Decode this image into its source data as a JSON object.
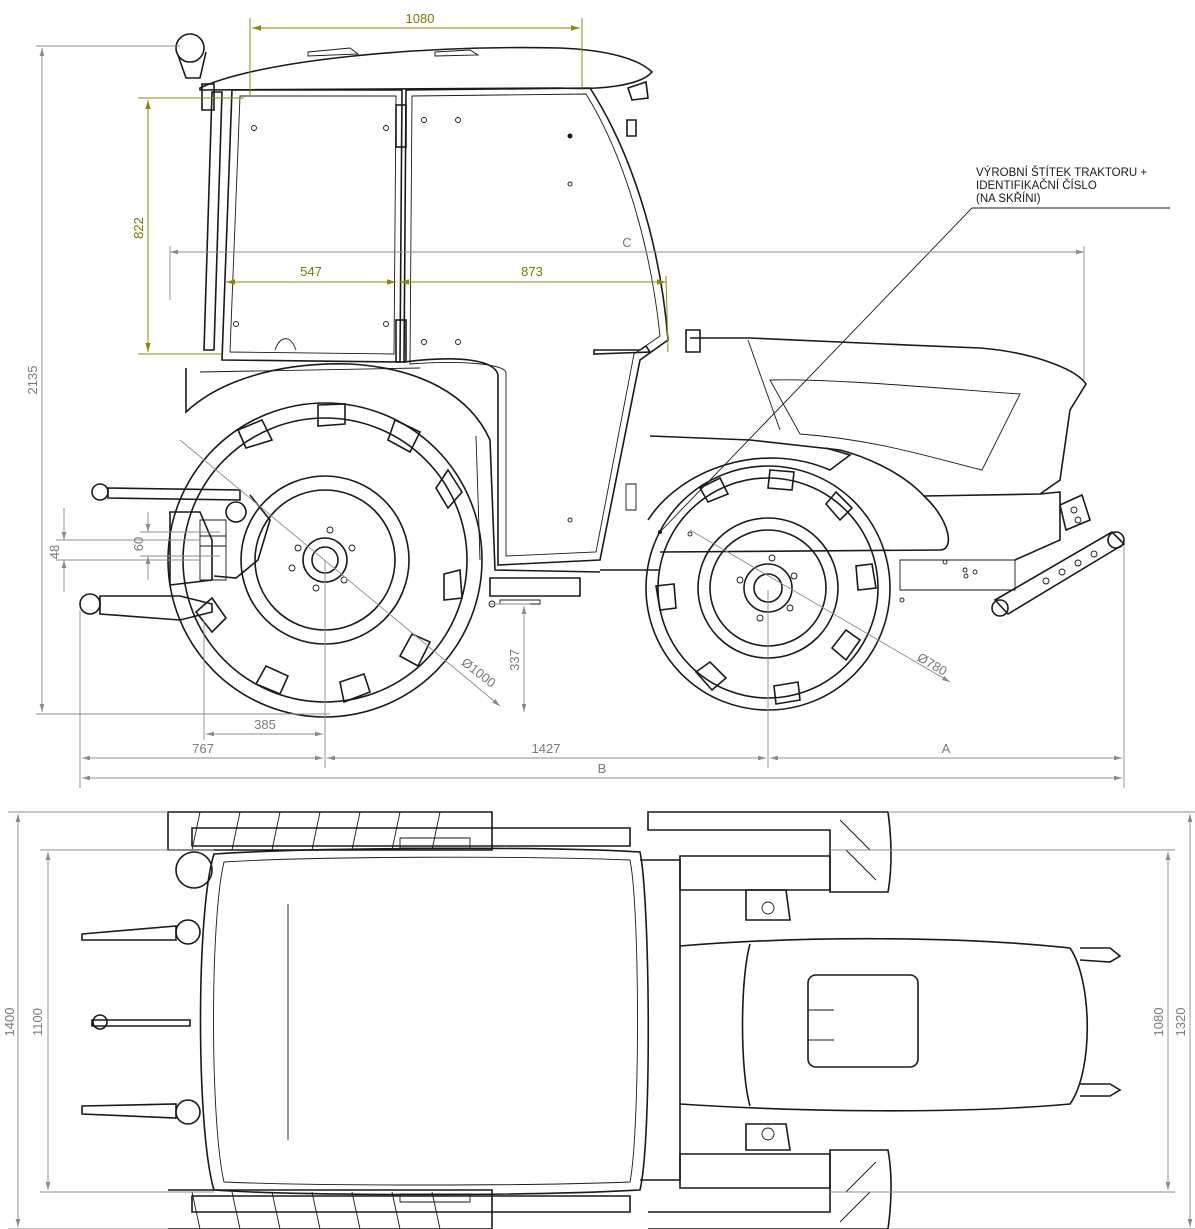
{
  "colors": {
    "outline": "#1a1a1a",
    "dimension_gray": "#8c8c8c",
    "dimension_olive": "#8a8a10"
  },
  "side_view": {
    "dims": {
      "cab_top_width": "1080",
      "cab_height": "822",
      "cab_rear_window": "547",
      "cab_door": "873",
      "label_c": "C",
      "overall_height": "2135",
      "hitch_48": "48",
      "hitch_60": "60",
      "rear_wheel_dia": "Ø1000",
      "ground_clearance": "337",
      "rear_overhang_385": "385",
      "rear_overhang_767": "767",
      "wheelbase": "1427",
      "front_wheel_dia": "Ø780",
      "label_a": "A",
      "label_b": "B"
    },
    "nameplate_note": [
      "VÝROBNÍ ŠTÍTEK TRAKTORU +",
      "IDENTIFIKAČNÍ ČÍSLO",
      "(NA SKŘÍNI)"
    ]
  },
  "top_view": {
    "dims": {
      "width_1400": "1400",
      "width_1100": "1100",
      "width_1080": "1080",
      "width_1320": "1320"
    }
  }
}
